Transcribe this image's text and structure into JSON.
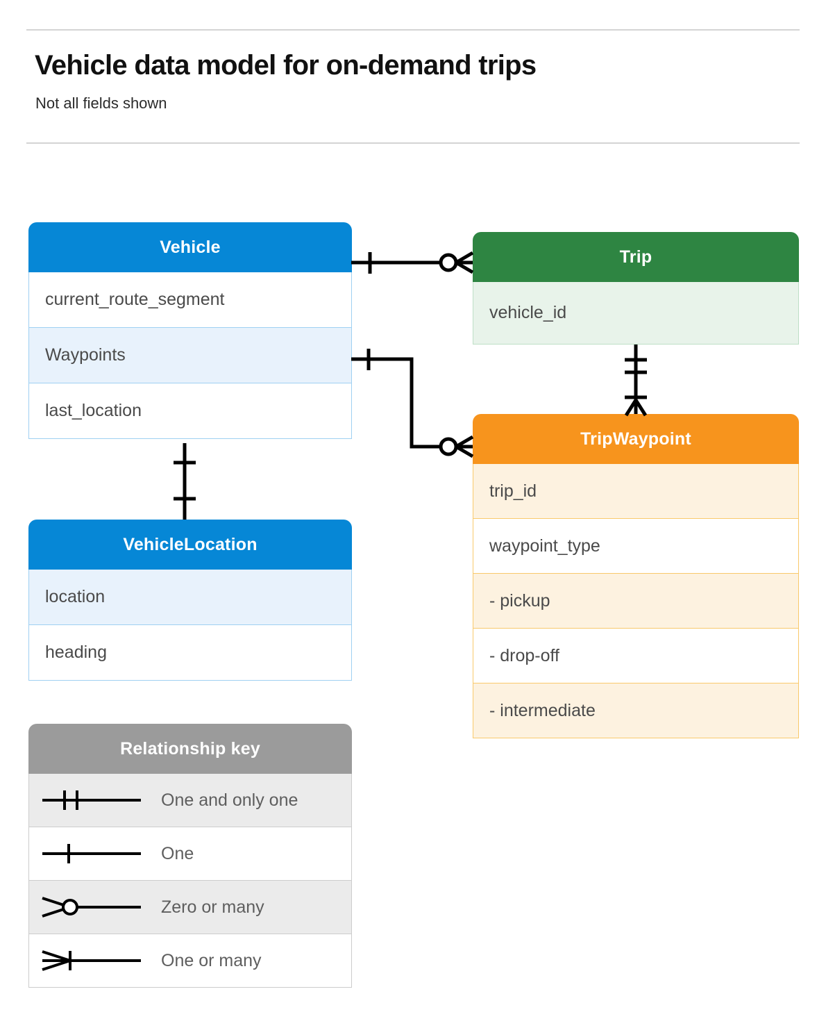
{
  "header": {
    "title": "Vehicle data model for on-demand trips",
    "subtitle": "Not all fields shown"
  },
  "colors": {
    "vehicle": "#0687d6",
    "vehicle_row_alt": "#e8f2fc",
    "trip": "#2e8542",
    "trip_row_alt": "#e8f3ea",
    "tripwaypoint": "#f7941d",
    "tripwaypoint_row_alt": "#fdf2e0",
    "legend": "#9b9b9b",
    "legend_row_alt": "#ebebeb",
    "connector": "#000000",
    "text": "#4a4a4a",
    "rule": "#d4d4d4"
  },
  "entities": {
    "vehicle": {
      "name": "Vehicle",
      "fields": [
        {
          "label": "current_route_segment"
        },
        {
          "label": "Waypoints"
        },
        {
          "label": "last_location"
        }
      ]
    },
    "trip": {
      "name": "Trip",
      "fields": [
        {
          "label": "vehicle_id"
        }
      ]
    },
    "tripwaypoint": {
      "name": "TripWaypoint",
      "fields": [
        {
          "label": "trip_id"
        },
        {
          "label": "waypoint_type"
        },
        {
          "label": "-  pickup"
        },
        {
          "label": "-  drop-off"
        },
        {
          "label": "-  intermediate"
        }
      ]
    },
    "vehiclelocation": {
      "name": "VehicleLocation",
      "fields": [
        {
          "label": "location"
        },
        {
          "label": "heading"
        }
      ]
    }
  },
  "legend": {
    "title": "Relationship key",
    "items": [
      {
        "symbol": "one-and-only-one",
        "label": "One and only one"
      },
      {
        "symbol": "one",
        "label": "One"
      },
      {
        "symbol": "zero-or-many",
        "label": "Zero or many"
      },
      {
        "symbol": "one-or-many",
        "label": "One or many"
      }
    ]
  },
  "relationships": [
    {
      "from": "Vehicle",
      "to": "Trip",
      "from_cardinality": "one",
      "to_cardinality": "zero-or-many"
    },
    {
      "from": "Vehicle.Waypoints",
      "to": "TripWaypoint",
      "from_cardinality": "one",
      "to_cardinality": "zero-or-many"
    },
    {
      "from": "Trip",
      "to": "TripWaypoint",
      "from_cardinality": "one-and-only-one",
      "to_cardinality": "one-or-many"
    },
    {
      "from": "Vehicle",
      "to": "VehicleLocation",
      "from_cardinality": "one",
      "to_cardinality": "one"
    }
  ]
}
